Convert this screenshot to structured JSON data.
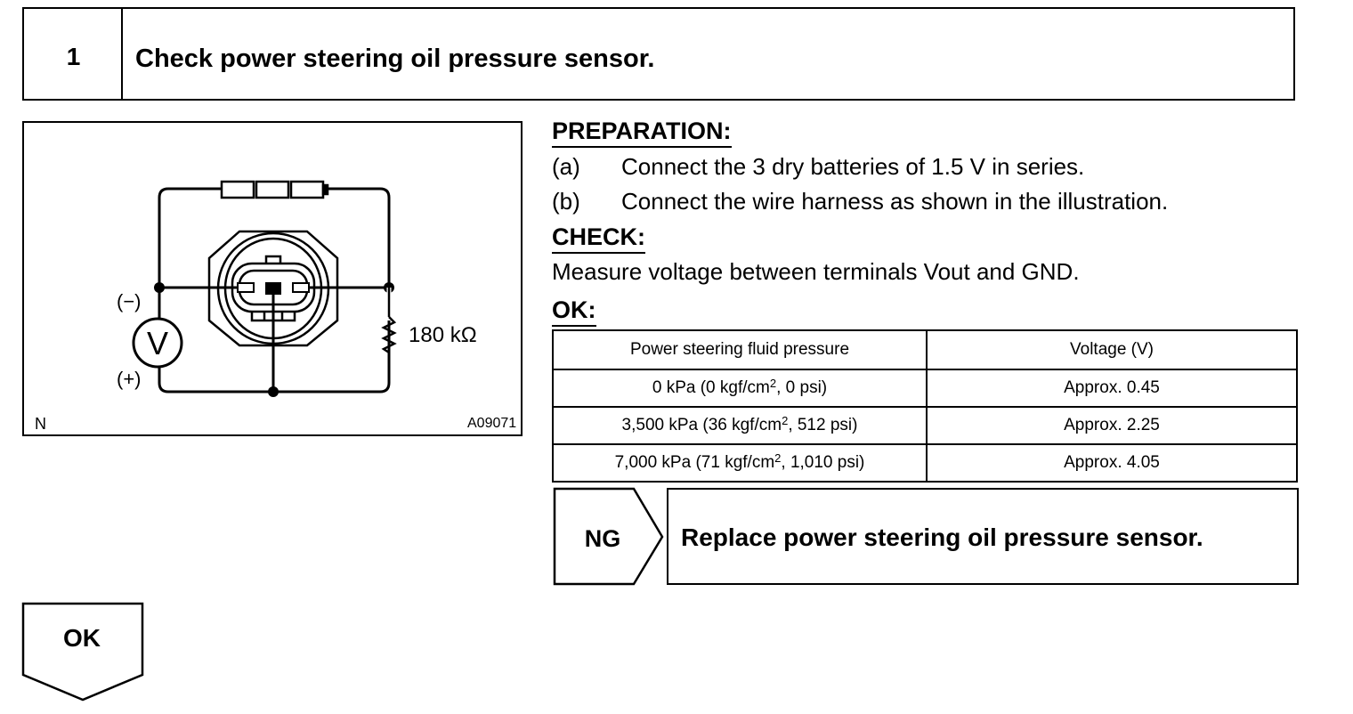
{
  "step": {
    "number": "1",
    "title": "Check power steering oil pressure sensor."
  },
  "figure": {
    "voltmeter": "V",
    "minus_label": "(−)",
    "plus_label": "(+)",
    "resistor_label": "180 kΩ",
    "corner_label": "N",
    "figure_code": "A09071"
  },
  "preparation": {
    "heading": "PREPARATION:",
    "items": [
      {
        "tag": "(a)",
        "text": "Connect the 3 dry batteries of 1.5 V in series."
      },
      {
        "tag": "(b)",
        "text": "Connect the wire harness as shown in the illustration."
      }
    ]
  },
  "check": {
    "heading": "CHECK:",
    "text": "Measure voltage between terminals Vout and GND."
  },
  "ok_spec": {
    "heading": "OK:",
    "columns": [
      "Power steering fluid pressure",
      "Voltage (V)"
    ],
    "rows": [
      {
        "pressure_main": "0 kPa (0 kgf/cm",
        "pressure_sup": "2",
        "pressure_tail": ", 0 psi)",
        "voltage": "Approx. 0.45"
      },
      {
        "pressure_main": "3,500 kPa (36 kgf/cm",
        "pressure_sup": "2",
        "pressure_tail": ", 512 psi)",
        "voltage": "Approx. 2.25"
      },
      {
        "pressure_main": "7,000 kPa (71 kgf/cm",
        "pressure_sup": "2",
        "pressure_tail": ", 1,010 psi)",
        "voltage": "Approx. 4.05"
      }
    ]
  },
  "ng": {
    "label": "NG",
    "action": "Replace power steering oil pressure sensor."
  },
  "ok_branch": {
    "label": "OK"
  }
}
